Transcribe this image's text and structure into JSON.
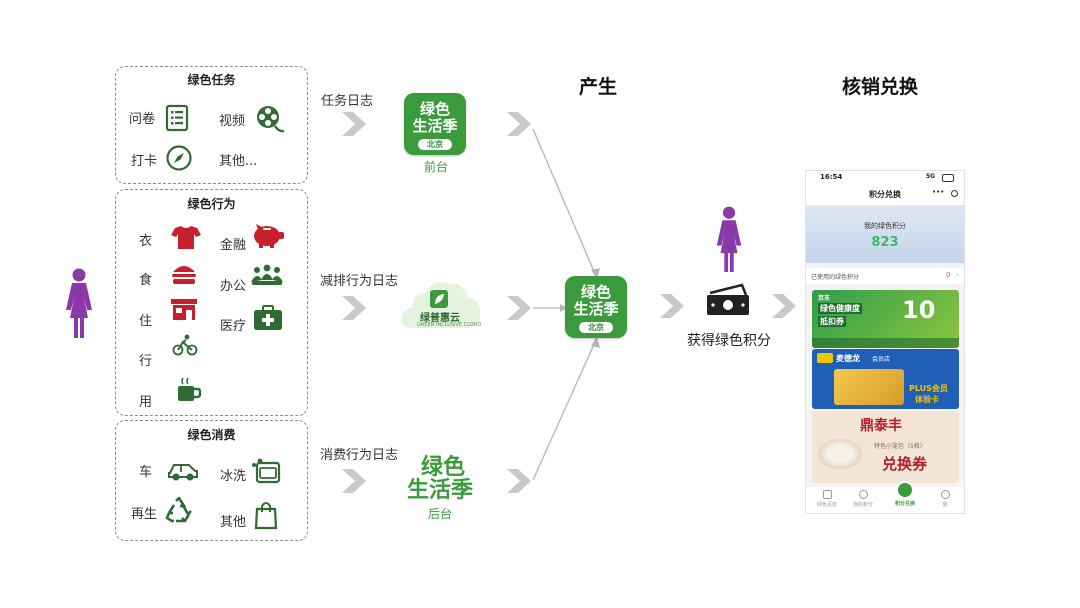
{
  "colors": {
    "green": "#3a9a3c",
    "dark_green": "#2f6b33",
    "red": "#c8202a",
    "purple": "#8a3aa8",
    "gray_chevron": "#c9c9c9",
    "points_green": "#3bb86a"
  },
  "panels": {
    "tasks": {
      "title": "绿色任务",
      "items": [
        "问卷",
        "视频",
        "打卡",
        "其他..."
      ]
    },
    "behavior": {
      "title": "绿色行为",
      "items": [
        "衣",
        "食",
        "住",
        "行",
        "用",
        "金融",
        "办公",
        "医疗"
      ]
    },
    "consumption": {
      "title": "绿色消费",
      "items": [
        "车",
        "冰洗",
        "再生",
        "其他"
      ]
    }
  },
  "flow": {
    "task_log": "任务日志",
    "emission_log": "减排行为日志",
    "consumption_log": "消费行为日志",
    "front_label": "前台",
    "back_label": "后台",
    "header_produce": "产生",
    "header_redeem": "核销兑换",
    "earn_points": "获得绿色积分"
  },
  "logos": {
    "app_line1": "绿色",
    "app_line2": "生活季",
    "app_city": "北京",
    "cloud_name": "绿普惠云",
    "cloud_sub": "GREEN INCLUSIVE CLOUD"
  },
  "phone": {
    "time": "16:54",
    "signal": "5G",
    "nav_title": "积分兑换",
    "nav_more": "•••",
    "points_label": "我的绿色积分",
    "points_value": "823",
    "used_label": "已使用的绿色积分",
    "used_value": "0",
    "card1": {
      "brand": "绿色健康度",
      "sub": "抵扣券",
      "value": "10",
      "tag": "京东"
    },
    "card2": {
      "brand": "麦德龙",
      "member": "会员店",
      "label1": "PLUS会员",
      "label2": "体验卡"
    },
    "card3": {
      "brand": "鼎泰丰",
      "desc": "特色小笼包（5枚）",
      "label": "兑换券"
    },
    "tabs": [
      "绿色足迹",
      "我的积分",
      "积分兑换",
      "我"
    ]
  },
  "icon_names": [
    "questionnaire-icon",
    "video-icon",
    "checkin-icon",
    "shirt-icon",
    "burger-icon",
    "house-icon",
    "bike-icon",
    "cup-icon",
    "piggy-bank-icon",
    "meeting-icon",
    "medical-kit-icon",
    "car-icon",
    "washer-icon",
    "recycle-icon",
    "shopping-bag-icon",
    "person-icon",
    "cash-icon"
  ]
}
